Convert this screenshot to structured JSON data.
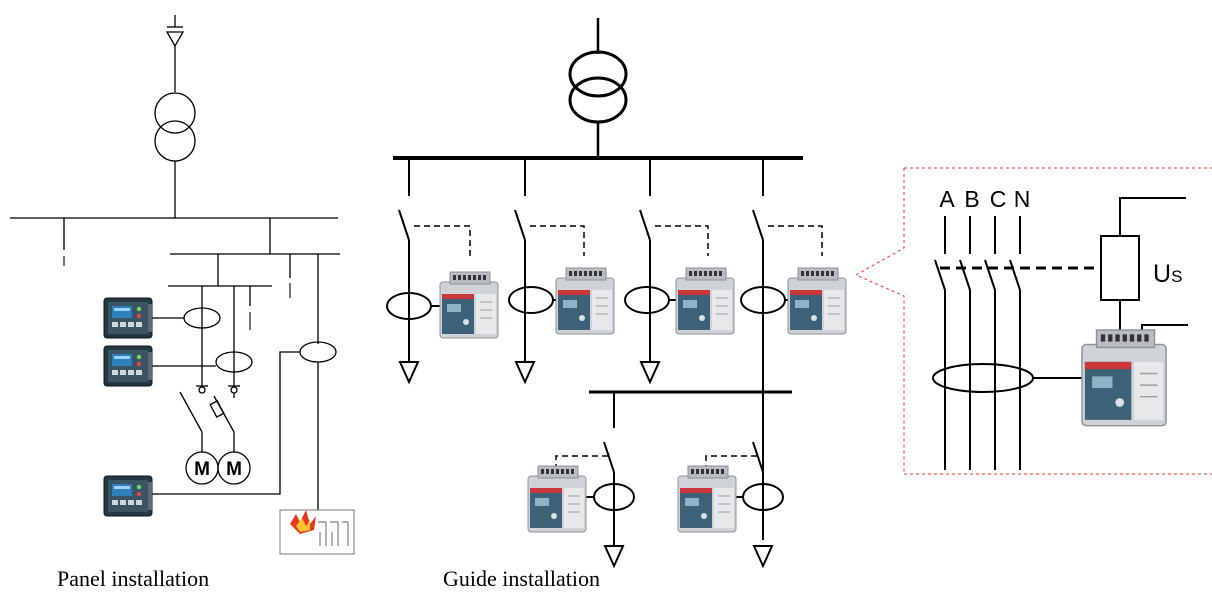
{
  "captions": {
    "panel": "Panel installation",
    "guide": "Guide installation"
  },
  "detail": {
    "phase_labels": [
      "A",
      "B",
      "C",
      "N"
    ],
    "supply_label_main": "U",
    "supply_label_sub": "S"
  },
  "icons": {
    "panel_relay": "panel-mount-relay-icon",
    "din_relay": "din-rail-relay-icon",
    "fire_alarm": "fire-alarm-icon",
    "motor_symbol": "M"
  },
  "colors": {
    "line": "#000000",
    "callout": "#e8383b",
    "relay_body": "#d7d9dc",
    "relay_front": "#3d6277",
    "panel_screen": "#2e7fb8"
  }
}
